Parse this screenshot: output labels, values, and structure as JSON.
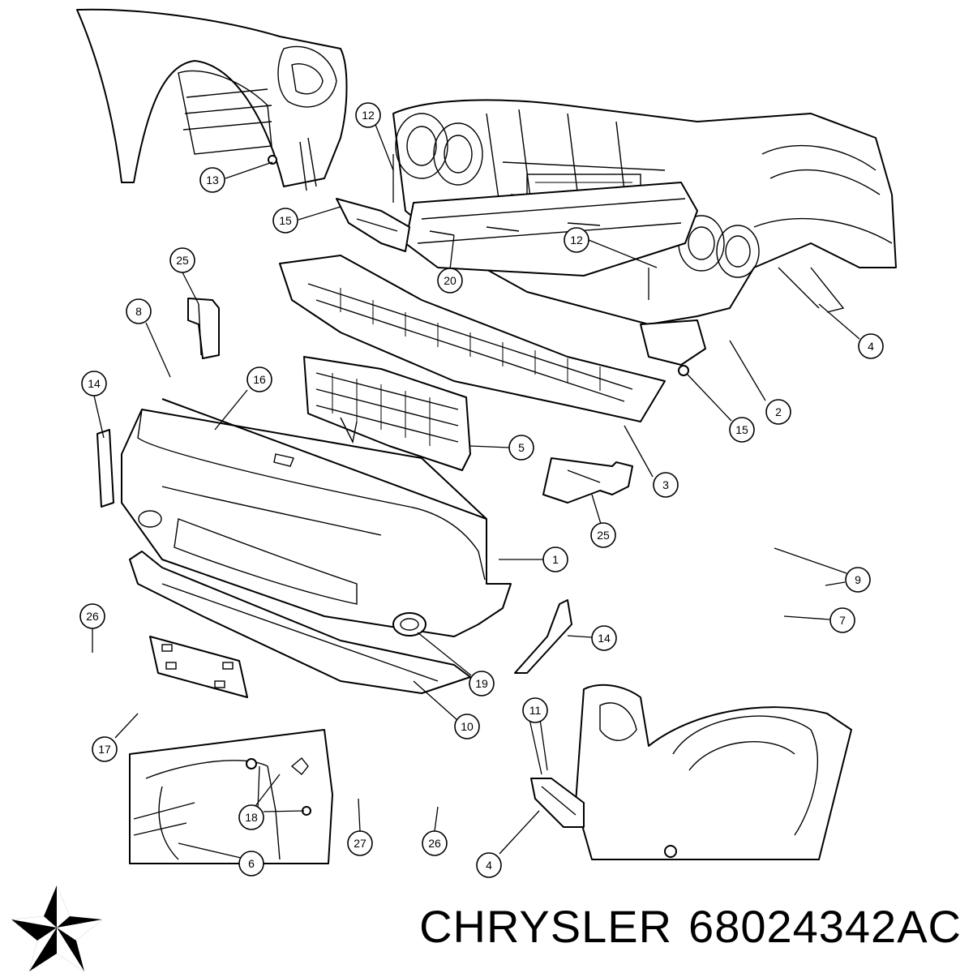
{
  "callouts": [
    "12",
    "13",
    "15",
    "25",
    "20",
    "12",
    "8",
    "14",
    "16",
    "5",
    "4",
    "2",
    "15",
    "3",
    "25",
    "1",
    "9",
    "7",
    "14",
    "26",
    "19",
    "10",
    "17",
    "11",
    "18",
    "27",
    "26",
    "6",
    "4"
  ],
  "brand": {
    "name": "CHRYSLER",
    "part_number": "68024342AC",
    "logo_icon": "chrysler-pentastar-icon"
  }
}
